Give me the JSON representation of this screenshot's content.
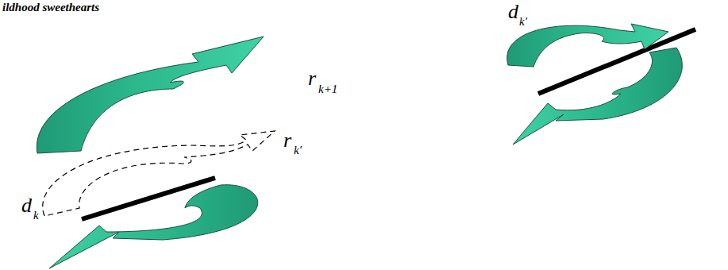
{
  "diagram": {
    "title": "ildhood sweethearts",
    "labels": [
      "r",
      "k+1",
      "r",
      "k'",
      "d",
      "k",
      "d",
      "k'"
    ]
  }
}
